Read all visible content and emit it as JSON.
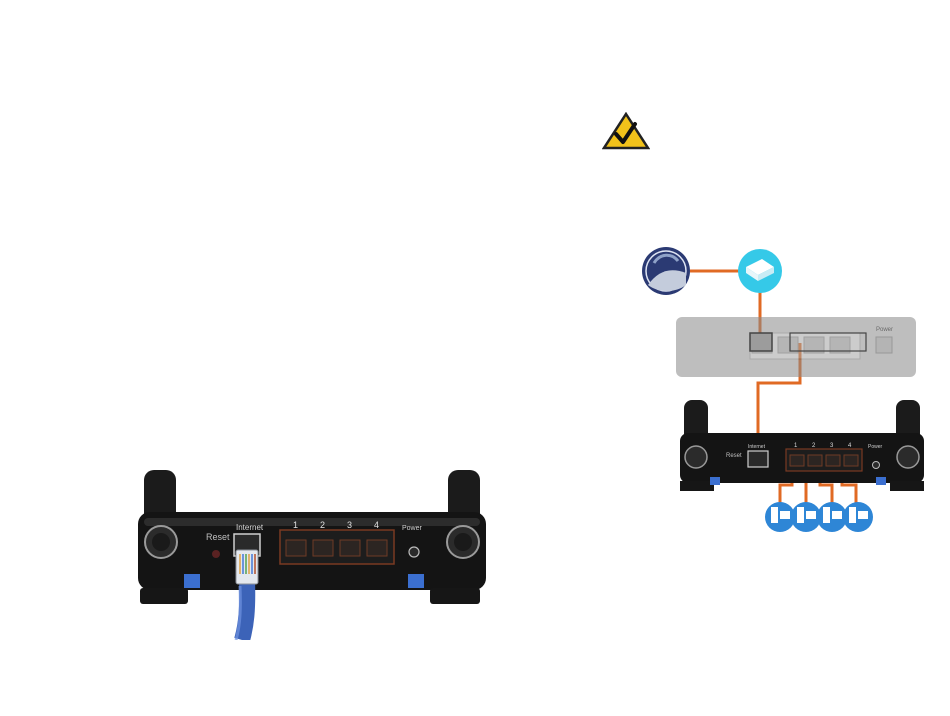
{
  "left_router": {
    "reset_label": "Reset",
    "internet_label": "Internet",
    "port_numbers": [
      "1",
      "2",
      "3",
      "4"
    ],
    "power_label": "Power"
  },
  "right_diagram": {
    "upper_power_label": "Power",
    "lower_reset_label": "Reset",
    "lower_internet_label": "Internet",
    "lower_port_numbers": [
      "1",
      "2",
      "3",
      "4"
    ],
    "lower_power_label": "Power"
  },
  "icons": {
    "note": "checkmark-warning-icon",
    "isp": "internet-globe-icon",
    "modem": "cable-modem-icon",
    "computers": [
      "computer-icon",
      "computer-icon",
      "computer-icon",
      "computer-icon"
    ]
  },
  "colors": {
    "cable_orange": "#e06a24",
    "ethernet_blue": "#3c63b8",
    "router_black": "#141414",
    "note_yellow": "#f2c21a",
    "computer_blue": "#2e86d6",
    "modem_cyan": "#35c9e8",
    "globe_navy": "#2b3a73"
  }
}
